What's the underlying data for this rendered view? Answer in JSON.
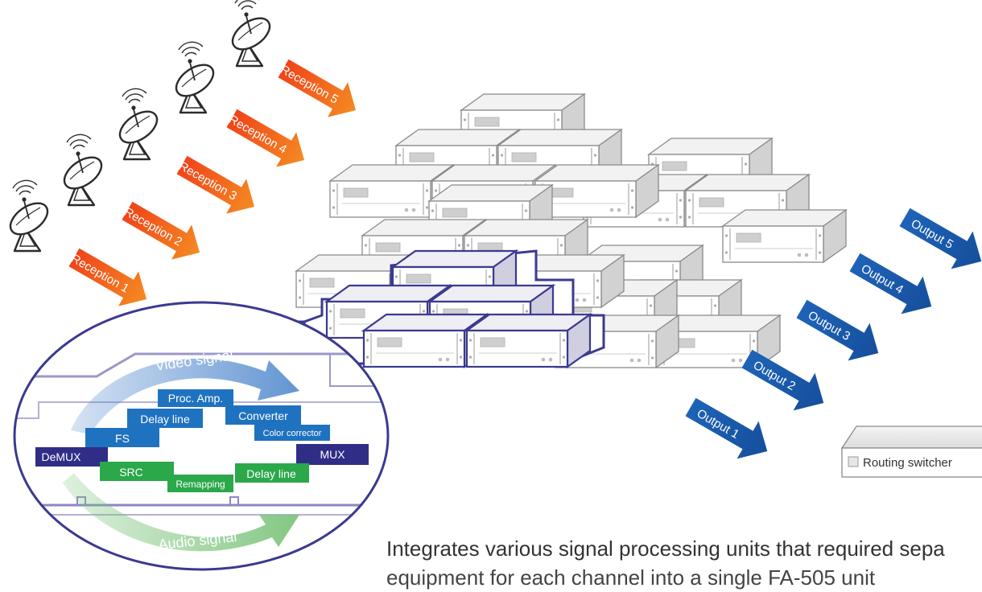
{
  "receptions": [
    "Reception 1",
    "Reception 2",
    "Reception 3",
    "Reception 4",
    "Reception 5"
  ],
  "outputs": [
    "Output 1",
    "Output 2",
    "Output 3",
    "Output 4",
    "Output 5"
  ],
  "video_label": "Video signal",
  "audio_label": "Audio signal",
  "modules": {
    "demux": "DeMUX",
    "fs": "FS",
    "delay_line_video": "Delay line",
    "proc_amp": "Proc. Amp.",
    "converter": "Converter",
    "color_corrector": "Color corrector",
    "mux": "MUX",
    "src": "SRC",
    "remapping": "Remapping",
    "delay_line_audio": "Delay line"
  },
  "routing_switcher": "Routing switcher",
  "caption": {
    "line1": "Integrates various signal processing units that required sepa",
    "line2": "equipment for each channel into a single FA-505 unit"
  },
  "colors": {
    "reception_arrow": "#f26a1b",
    "output_arrow": "#1b5fb5",
    "frame_highlight": "#3b3a8f",
    "video_arrow": "#6ea0d8",
    "audio_arrow": "#8fce8f",
    "module_dark": "#2f2d86",
    "module_blue": "#1f72c0",
    "module_green": "#2aa84a"
  }
}
